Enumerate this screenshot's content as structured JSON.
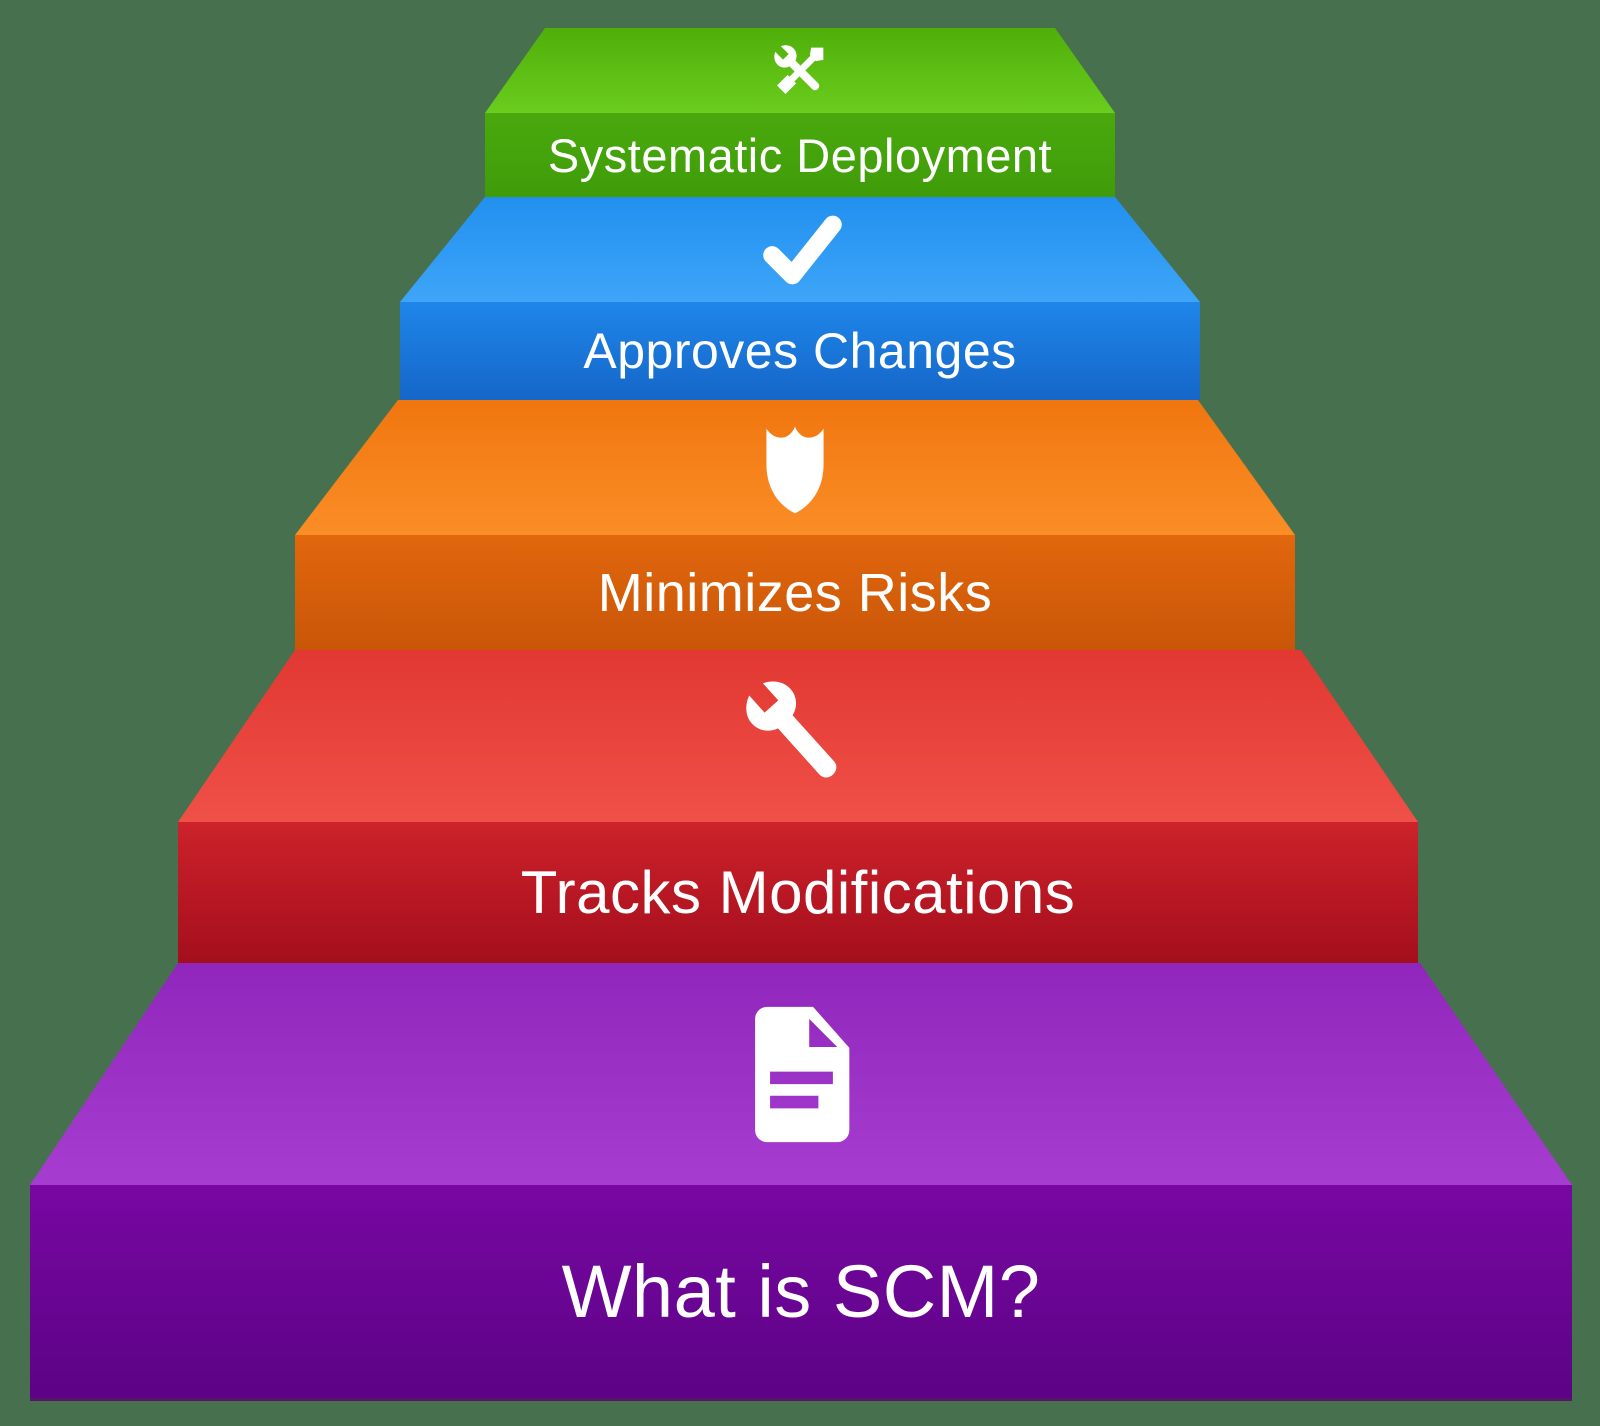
{
  "diagram": {
    "title": "What is SCM?",
    "background_color": "#47714E",
    "text_color": "#ffffff",
    "steps": [
      {
        "label": "Systematic Deployment",
        "icon": "tools-icon",
        "top_color": "#5cbb13",
        "front_color": "#45a30b"
      },
      {
        "label": "Approves Changes",
        "icon": "check-icon",
        "top_color": "#2f9af4",
        "front_color": "#1a76d9"
      },
      {
        "label": "Minimizes Risks",
        "icon": "shield-icon",
        "top_color": "#f5811b",
        "front_color": "#d55f0b"
      },
      {
        "label": "Tracks Modifications",
        "icon": "wrench-icon",
        "top_color": "#e8443c",
        "front_color": "#b91824"
      },
      {
        "label": "What is SCM?",
        "icon": "document-icon",
        "top_color": "#9b32c6",
        "front_color": "#6a0594"
      }
    ]
  }
}
